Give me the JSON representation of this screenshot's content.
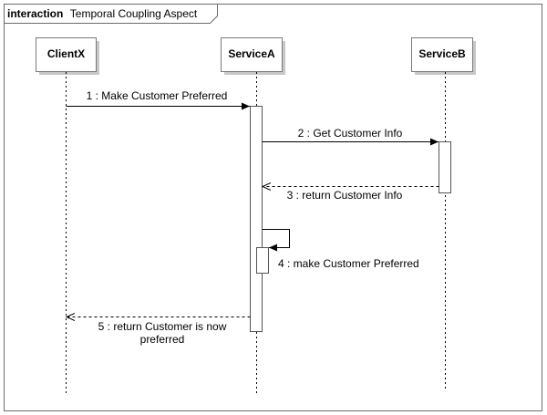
{
  "frame": {
    "keyword": "interaction",
    "name": "Temporal Coupling Aspect"
  },
  "participants": [
    {
      "id": "clientx",
      "label": "ClientX"
    },
    {
      "id": "servicea",
      "label": "ServiceA"
    },
    {
      "id": "serviceb",
      "label": "ServiceB"
    }
  ],
  "messages": [
    {
      "label": "1 : Make Customer Preferred"
    },
    {
      "label": "2 : Get Customer Info"
    },
    {
      "label": "3 : return Customer Info"
    },
    {
      "label": "4 : make Customer Preferred"
    },
    {
      "label_line1": "5 : return Customer is now",
      "label_line2": "preferred"
    }
  ]
}
